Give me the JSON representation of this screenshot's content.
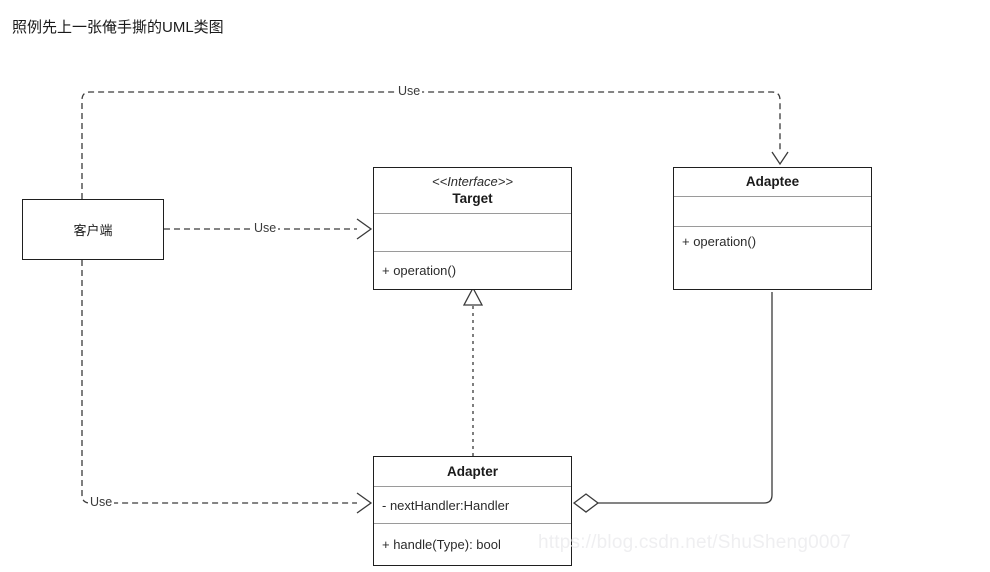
{
  "page": {
    "caption": "照例先上一张俺手撕的UML类图",
    "watermark": "https://blog.csdn.net/ShuSheng0007",
    "background": "#ffffff",
    "line_color": "#1f1f1f",
    "divider_color": "#9a9a9a"
  },
  "diagram": {
    "type": "uml-class-diagram",
    "title": "Adapter pattern UML class diagram",
    "classes": [
      {
        "id": "client",
        "name": "客户端",
        "stereotype": "",
        "attributes": [],
        "methods": [],
        "compartments": 1
      },
      {
        "id": "target",
        "name": "Target",
        "stereotype": "<<Interface>>",
        "attributes": [],
        "methods": [
          "+ operation()"
        ],
        "compartments": 3
      },
      {
        "id": "adaptee",
        "name": "Adaptee",
        "stereotype": "",
        "attributes": [],
        "methods": [
          "+ operation()"
        ],
        "compartments": 3
      },
      {
        "id": "adapter",
        "name": "Adapter",
        "stereotype": "",
        "attributes": [
          "- nextHandler:Handler"
        ],
        "methods": [
          "+ handle(Type): bool"
        ],
        "compartments": 3
      }
    ],
    "relations": [
      {
        "id": "client-uses-target",
        "from": "client",
        "to": "target",
        "label": "Use",
        "kind": "dependency",
        "style": "dashed",
        "arrow": "open"
      },
      {
        "id": "client-uses-adaptee",
        "from": "client",
        "to": "adaptee",
        "label": "Use",
        "kind": "dependency",
        "style": "dashed",
        "arrow": "open"
      },
      {
        "id": "client-uses-adapter",
        "from": "client",
        "to": "adapter",
        "label": "Use",
        "kind": "dependency",
        "style": "dashed",
        "arrow": "open"
      },
      {
        "id": "adapter-implements-target",
        "from": "adapter",
        "to": "target",
        "label": "",
        "kind": "realization",
        "style": "dotted",
        "arrow": "hollow-triangle"
      },
      {
        "id": "adapter-aggregates-adaptee",
        "from": "adapter",
        "to": "adaptee",
        "label": "",
        "kind": "aggregation",
        "style": "solid",
        "arrow": "hollow-diamond"
      }
    ]
  }
}
